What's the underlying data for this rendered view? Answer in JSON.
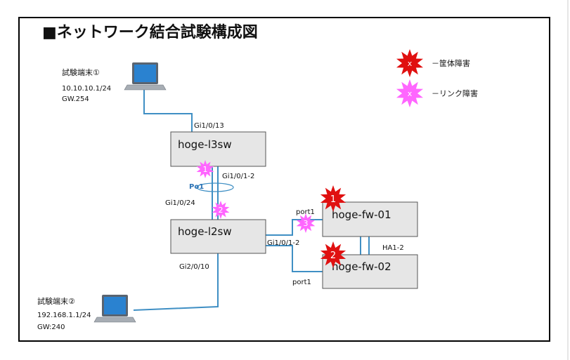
{
  "title": "■ネットワーク結合試験構成図",
  "legend": {
    "chassis_fault": {
      "mark": "x",
      "label": "－筐体障害"
    },
    "link_fault": {
      "mark": "x",
      "label": "－リンク障害"
    }
  },
  "terminals": {
    "t1": {
      "name": "試験端末①",
      "ip": "10.10.10.1/24",
      "gw": "GW.254"
    },
    "t2": {
      "name": "試験端末②",
      "ip": "192.168.1.1/24",
      "gw": "GW:240"
    }
  },
  "devices": {
    "l3sw": "hoge-l3sw",
    "l2sw": "hoge-l2sw",
    "fw01": "hoge-fw-01",
    "fw02": "hoge-fw-02"
  },
  "ports": {
    "gi1_0_13": "Gi1/0/13",
    "gi1_0_1_2_top": "Gi1/0/1-2",
    "po1": "Po1",
    "gi1_0_24": "Gi1/0/24",
    "gi1_0_1_2_right": "Gi1/0/1-2",
    "port1_top": "port1",
    "port1_bottom": "port1",
    "ha1_2": "HA1-2",
    "gi2_0_10": "Gi2/0/10"
  },
  "markers": {
    "m1_link": "1",
    "m2_link": "2",
    "m3_link": "3",
    "m1_chassis": "1",
    "m2_chassis": "2"
  },
  "colors": {
    "chassis_fault": "#e01010",
    "link_fault": "#ff66ff",
    "cable": "#3f8fc4",
    "device_fill": "#e6e6e6",
    "po_label": "#2e74b5"
  }
}
